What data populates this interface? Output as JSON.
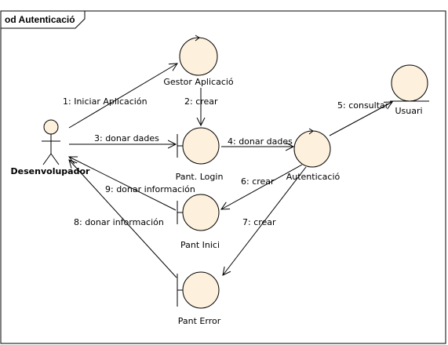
{
  "frame": {
    "title": "od Autenticació",
    "fill": "#ffffff"
  },
  "colors": {
    "element_fill": "#fdf0dc",
    "stroke": "#000000"
  },
  "actor": {
    "label": "Desenvolupador"
  },
  "elements": {
    "gestor": {
      "label": "Gestor Aplicació",
      "stereotype": "control"
    },
    "login": {
      "label": "Pant. Login",
      "stereotype": "boundary"
    },
    "autenticacio": {
      "label": "Autenticació",
      "stereotype": "control"
    },
    "usuari": {
      "label": "Usuari",
      "stereotype": "entity"
    },
    "inici": {
      "label": "Pant Inici",
      "stereotype": "boundary"
    },
    "error": {
      "label": "Pant Error",
      "stereotype": "boundary"
    }
  },
  "messages": {
    "m1": "1: Iniciar Aplicación",
    "m2": "2: crear",
    "m3": "3: donar dades",
    "m4": "4: donar dades",
    "m5": "5: consultar",
    "m6": "6: crear",
    "m7": "7: crear",
    "m8": "8: donar información",
    "m9": "9: donar información"
  }
}
